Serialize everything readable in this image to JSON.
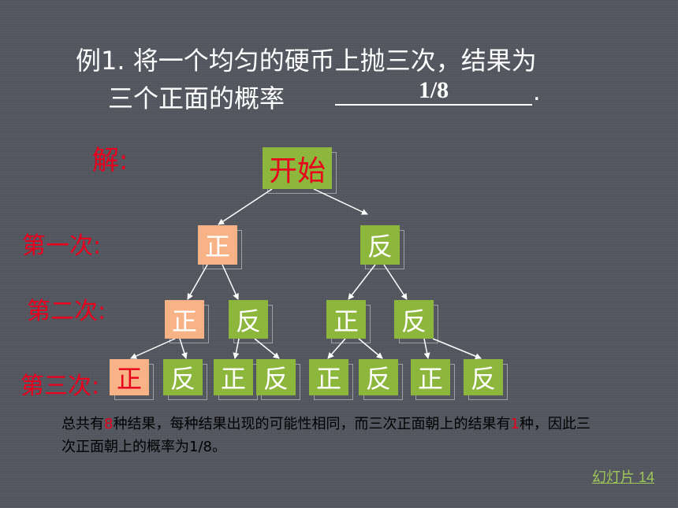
{
  "question": {
    "line1": "例1. 将一个均匀的硬币上抛三次，结果为",
    "line2": "三个正面的概率",
    "answer": "1/8",
    "period": "."
  },
  "solution_label": "解:",
  "levels": {
    "first": "第一次:",
    "second": "第二次:",
    "third": "第三次:"
  },
  "tree": {
    "root": "开始",
    "level1": [
      "正",
      "反"
    ],
    "level2": [
      "正",
      "反",
      "正",
      "反"
    ],
    "level3": [
      "正",
      "反",
      "正",
      "反",
      "正",
      "反",
      "正",
      "反"
    ]
  },
  "conclusion": {
    "part1": "总共有",
    "num1": "8",
    "part2": "种结果，每种结果出现的可能性相同，而三次正面朝上的结果有",
    "num2": "1",
    "part3": "种，因此三次正面朝上的概率为1/8。"
  },
  "slide_label": "幻灯片 14",
  "colors": {
    "background": "#54565f",
    "node_green": "#8cb63c",
    "node_highlight": "#f7b386",
    "red_text": "#e8001c"
  }
}
